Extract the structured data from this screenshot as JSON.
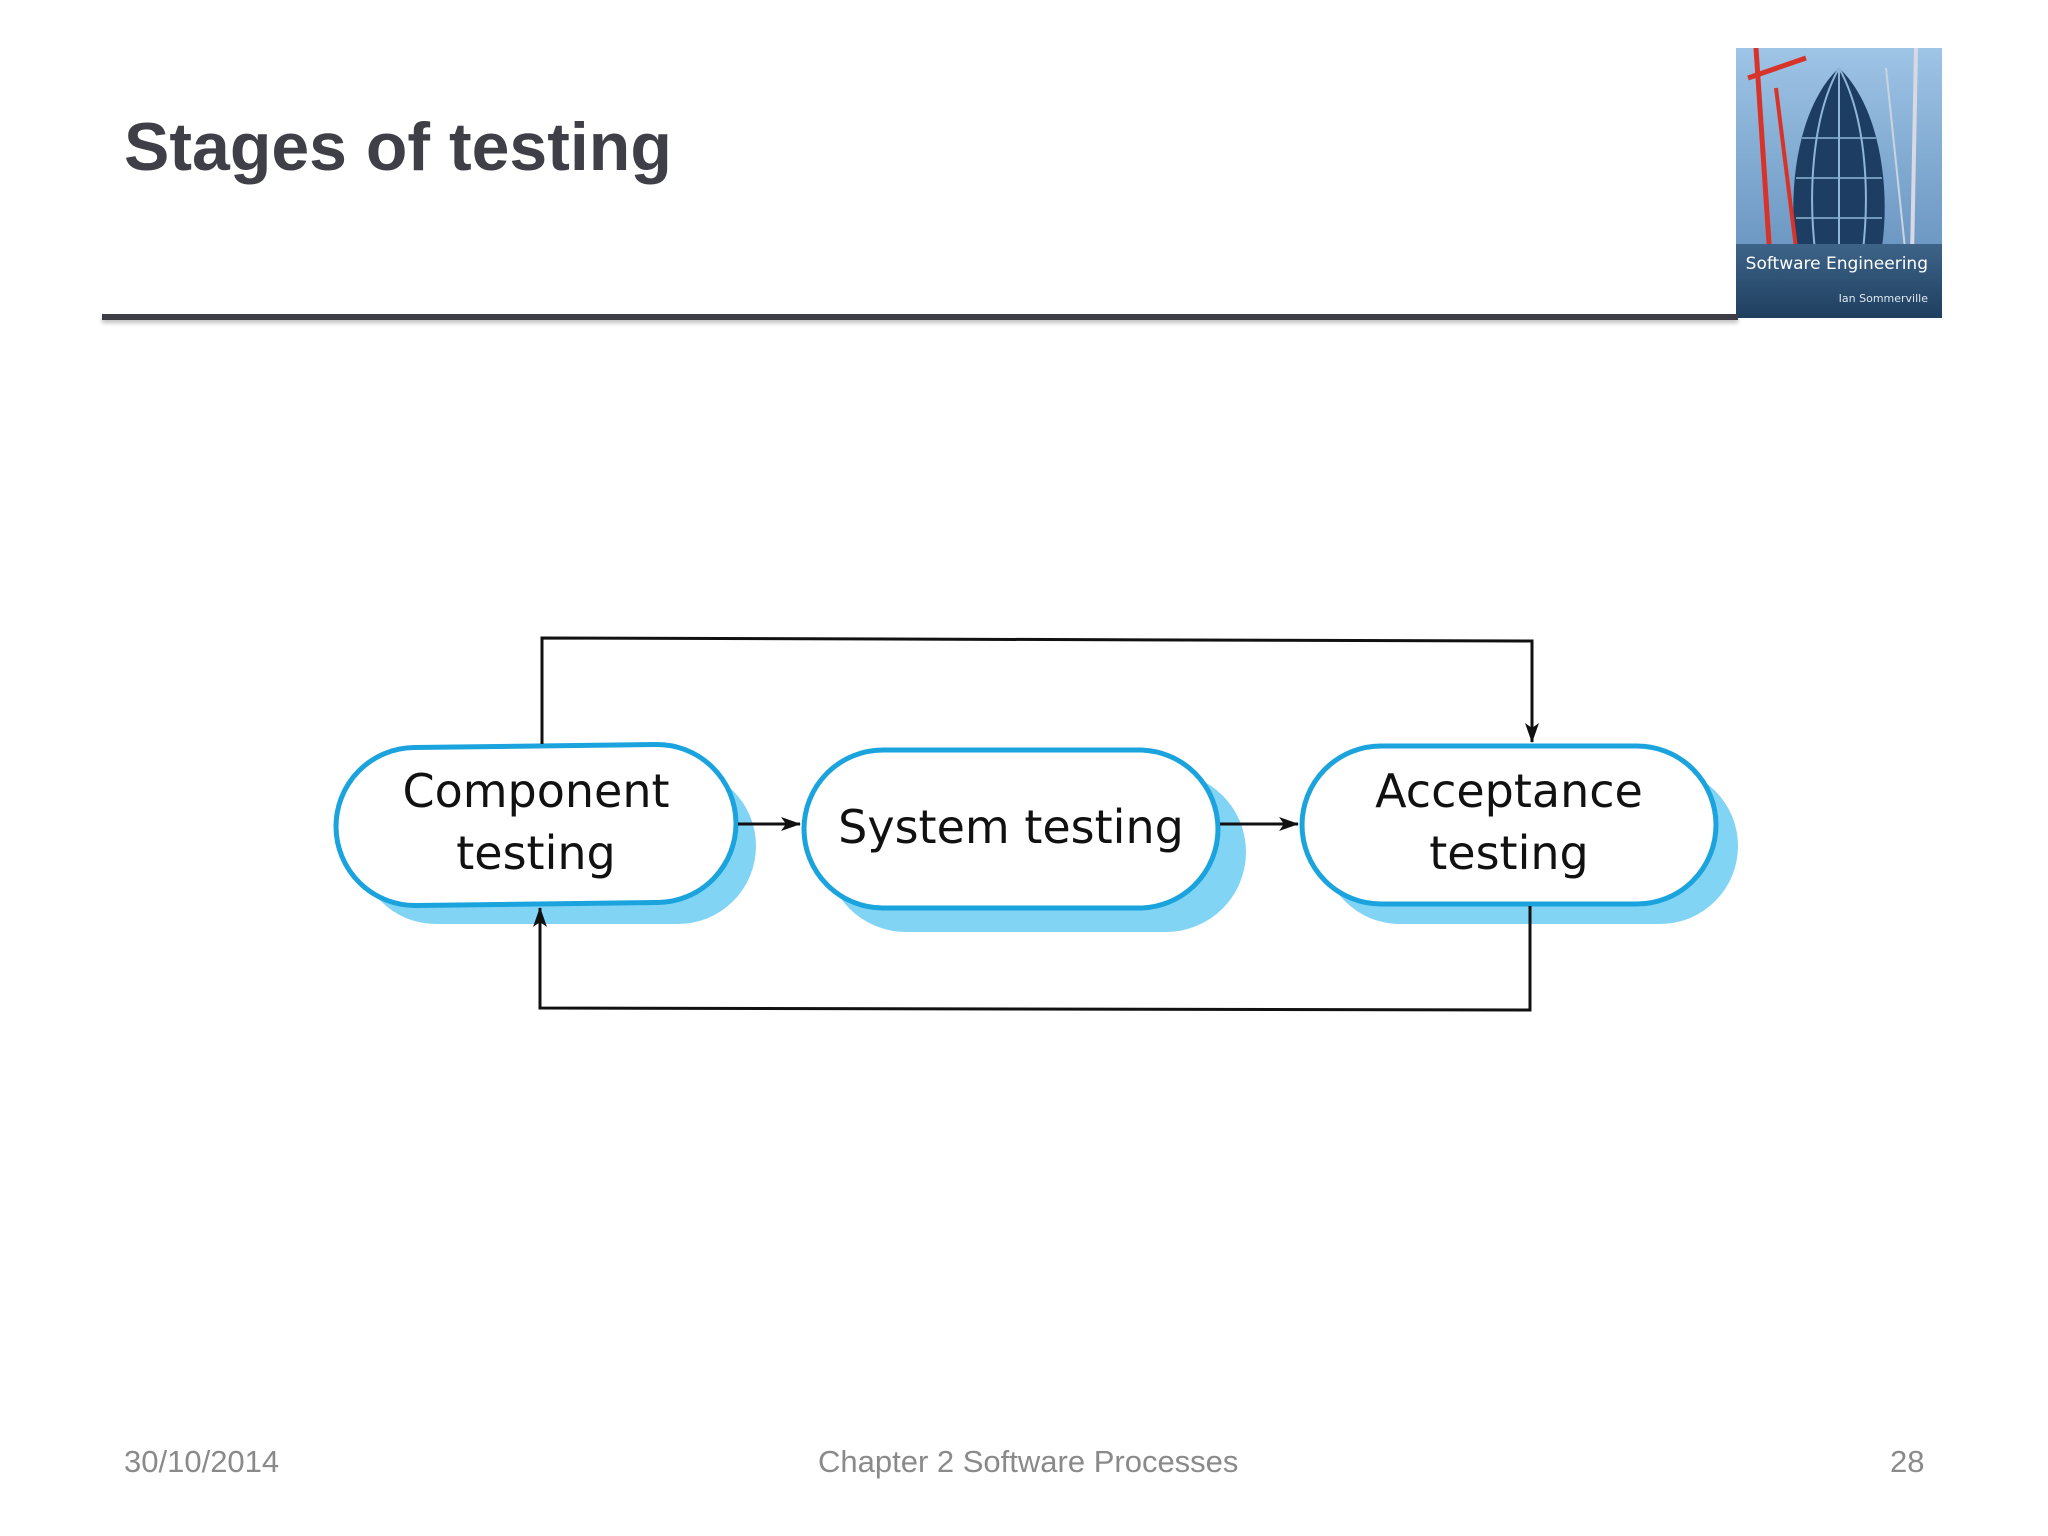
{
  "slide": {
    "title": "Stages of testing"
  },
  "cover": {
    "title": "Software Engineering",
    "author": "Ian Sommerville"
  },
  "diagram": {
    "nodes": [
      {
        "line1": "Component",
        "line2": "testing"
      },
      {
        "line1": "System testing"
      },
      {
        "line1": "Acceptance",
        "line2": "testing"
      }
    ],
    "colors": {
      "node_border": "#1aa3dd",
      "node_shadow": "#82d4f5",
      "node_fill": "#ffffff",
      "arrow": "#111111"
    }
  },
  "footer": {
    "date": "30/10/2014",
    "chapter": "Chapter 2 Software Processes",
    "page": "28"
  }
}
